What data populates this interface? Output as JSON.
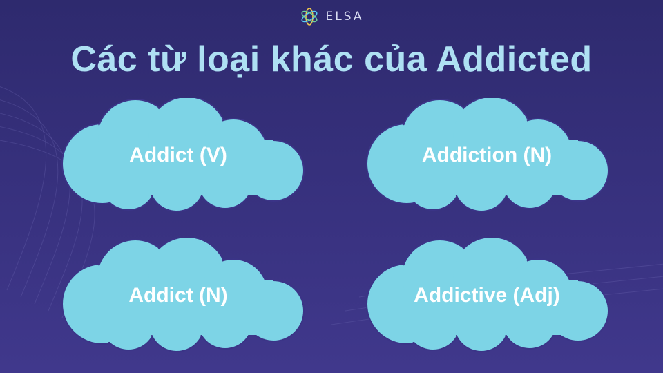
{
  "logo": {
    "text": "ELSA",
    "icon": "elsa-star-icon"
  },
  "title": "Các từ loại khác của Addicted",
  "clouds": [
    {
      "label": "Addict (V)"
    },
    {
      "label": "Addiction (N)"
    },
    {
      "label": "Addict (N)"
    },
    {
      "label": "Addictive (Adj)"
    }
  ],
  "colors": {
    "background_top": "#2e2a6e",
    "background_bottom": "#40388c",
    "title": "#aee0f3",
    "cloud_fill": "#7dd4e6",
    "cloud_stroke": "#3b3487",
    "cloud_text": "#ffffff"
  }
}
